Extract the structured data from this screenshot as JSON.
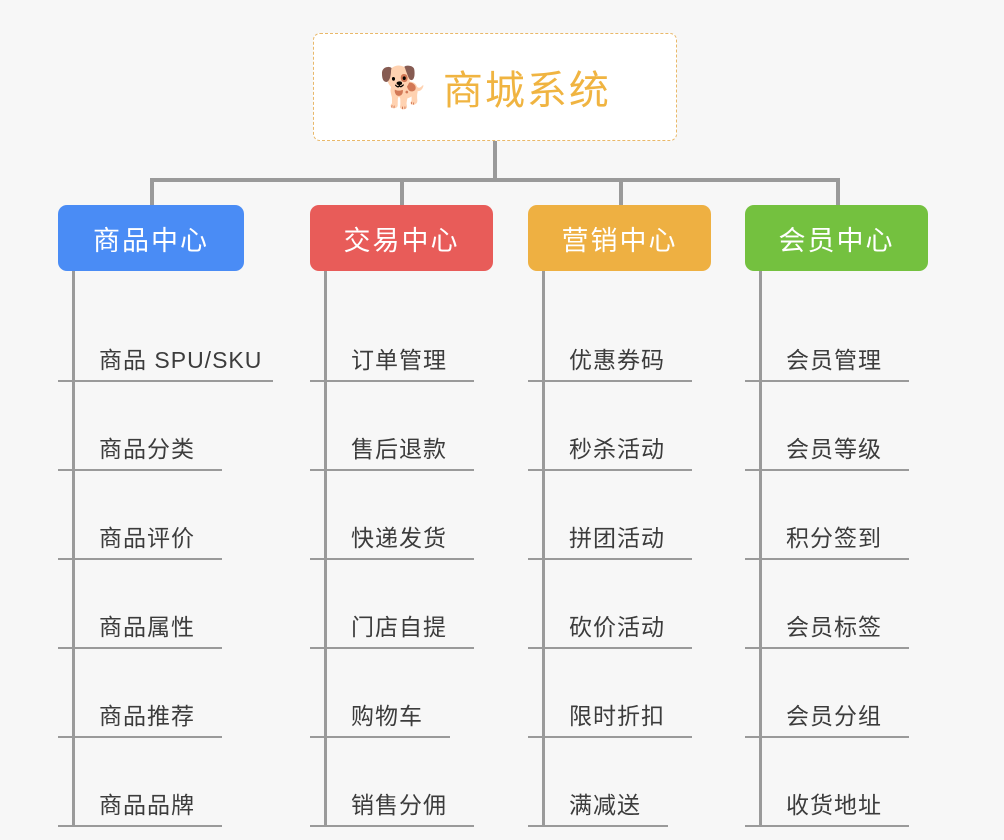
{
  "diagram": {
    "type": "org-chart",
    "background_color": "#f7f7f7",
    "connector_color": "#9a9a9a"
  },
  "root": {
    "icon": "dog-face-emoji",
    "icon_glyph": "🐕",
    "title": "商城系统",
    "text_color": "#f0b441",
    "border_color": "#e9b869",
    "background_color": "#ffffff"
  },
  "columns": [
    {
      "id": "product-center",
      "title": "商品中心",
      "color": "#4a8cf5",
      "items": [
        "商品 SPU/SKU",
        "商品分类",
        "商品评价",
        "商品属性",
        "商品推荐",
        "商品品牌"
      ]
    },
    {
      "id": "trade-center",
      "title": "交易中心",
      "color": "#e85c59",
      "items": [
        "订单管理",
        "售后退款",
        "快递发货",
        "门店自提",
        "购物车",
        "销售分佣"
      ]
    },
    {
      "id": "marketing-center",
      "title": "营销中心",
      "color": "#eeb042",
      "items": [
        "优惠券码",
        "秒杀活动",
        "拼团活动",
        "砍价活动",
        "限时折扣",
        "满减送"
      ]
    },
    {
      "id": "member-center",
      "title": "会员中心",
      "color": "#74c13f",
      "items": [
        "会员管理",
        "会员等级",
        "积分签到",
        "会员标签",
        "会员分组",
        "收货地址"
      ]
    }
  ]
}
